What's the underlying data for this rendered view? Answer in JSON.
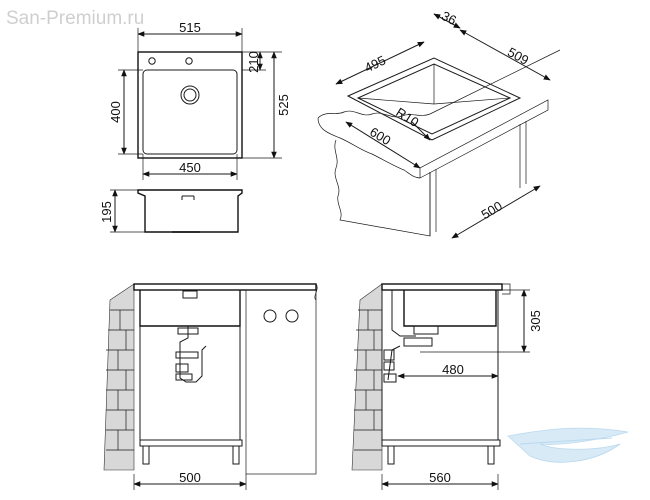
{
  "watermark": "San-Premium.ru",
  "top_view": {
    "width": "515",
    "height": "525",
    "offset_top": "210",
    "bowl_height": "400",
    "bowl_width": "450"
  },
  "section_view": {
    "depth": "195"
  },
  "isometric": {
    "d1": "495",
    "d2": "36",
    "d3": "509",
    "radius": "R10",
    "d4": "600",
    "d5": "500"
  },
  "cabinet_front": {
    "width": "500"
  },
  "cabinet_side": {
    "depth": "305",
    "d480": "480",
    "width": "560"
  },
  "logo_color": "#cfe6f5"
}
